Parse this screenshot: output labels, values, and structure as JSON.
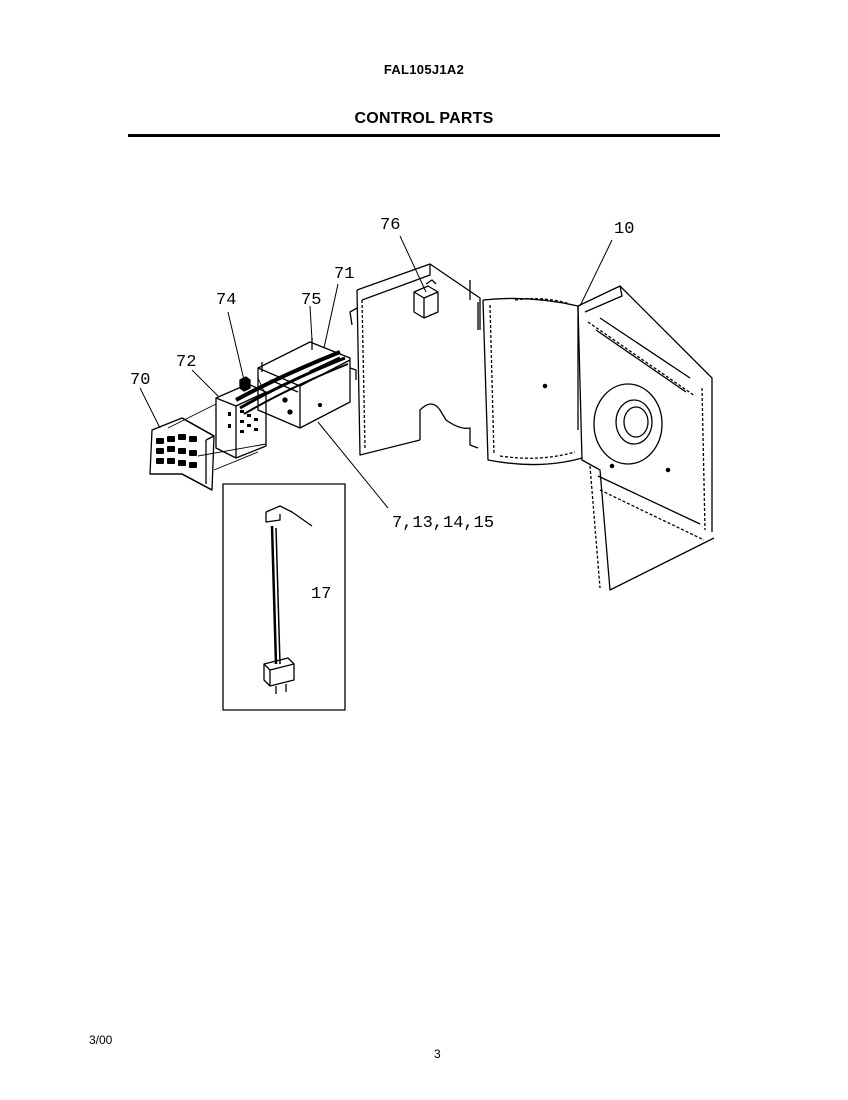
{
  "header": {
    "model_number": "FAL105J1A2",
    "section_title": "CONTROL PARTS"
  },
  "callouts": {
    "c76": "76",
    "c10": "10",
    "c71": "71",
    "c75": "75",
    "c74": "74",
    "c72": "72",
    "c70": "70",
    "c7_13_14_15": "7,13,14,15",
    "c17": "17"
  },
  "footer": {
    "date": "3/00",
    "page_number": "3"
  }
}
